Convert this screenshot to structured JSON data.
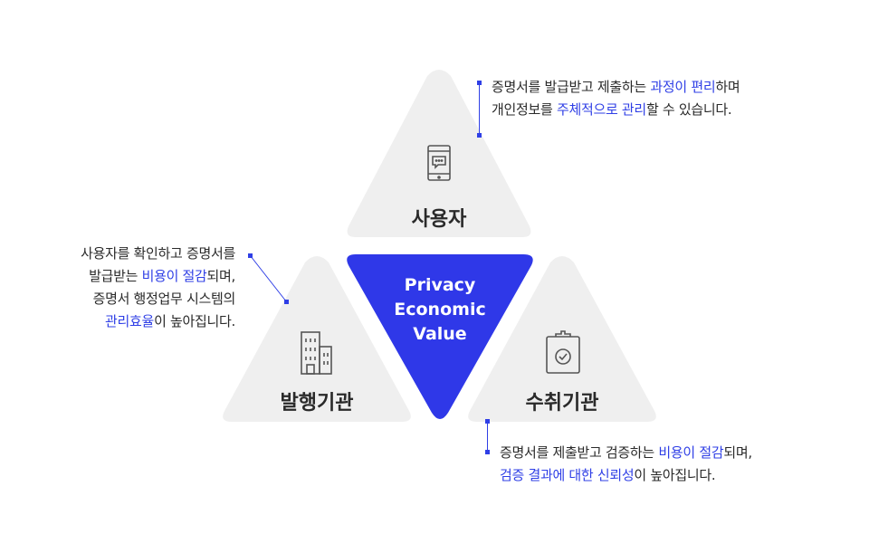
{
  "center": {
    "lines": [
      "Privacy",
      "Economic",
      "Value"
    ]
  },
  "nodes": {
    "user": {
      "label": "사용자",
      "icon": "mobile-chat-icon"
    },
    "issuer": {
      "label": "발행기관",
      "icon": "building-icon"
    },
    "verifier": {
      "label": "수취기관",
      "icon": "clipboard-check-icon"
    }
  },
  "notes": {
    "user": {
      "line1": {
        "a": "증명서를 발급받고 제출하는 ",
        "hl": "과정이 편리",
        "b": "하며"
      },
      "line2": {
        "a": "개인정보를 ",
        "hl": "주체적으로 관리",
        "b": "할 수 있습니다."
      }
    },
    "issuer": {
      "line1": {
        "a": "사용자를 확인하고 증명서를"
      },
      "line2": {
        "a": "발급받는 ",
        "hl": "비용이 절감",
        "b": "되며,"
      },
      "line3": {
        "a": "증명서 행정업무 시스템의"
      },
      "line4": {
        "hl": "관리효율",
        "b": "이 높아집니다."
      }
    },
    "verifier": {
      "line1": {
        "a": "증명서를 제출받고 검증하는 ",
        "hl": "비용이 절감",
        "b": "되며,"
      },
      "line2": {
        "hl": "검증 결과에 대한 신뢰성",
        "b": "이 높아집니다."
      }
    }
  },
  "colors": {
    "accent": "#2f3fe6",
    "center_fill": "#2f38e8",
    "triangle_fill": "#efefef",
    "connector": "#2f3fe6",
    "text": "#2a2a2a"
  }
}
